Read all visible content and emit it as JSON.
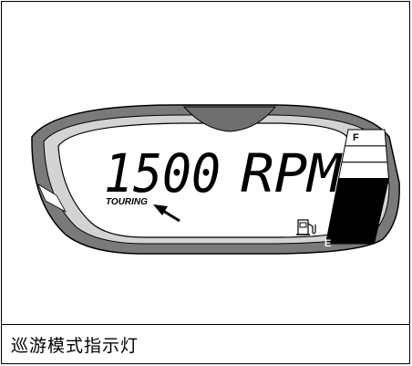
{
  "display": {
    "rpm_value": "1500",
    "rpm_unit": "RPM",
    "riding_mode": "TOURING"
  },
  "fuel_gauge": {
    "full_label": "F",
    "empty_label": "E",
    "total_segments": 7,
    "filled_segments": 4
  },
  "caption": {
    "text": "巡游模式指示灯"
  },
  "icons": {
    "pointer": "arrow-icon",
    "fuel": "fuel-pump-icon"
  },
  "colors": {
    "lcd_frame": "#7a7a7a",
    "lcd_bezel": "#cfcfcf",
    "lcd_screen": "#ffffff",
    "ink": "#000000"
  }
}
